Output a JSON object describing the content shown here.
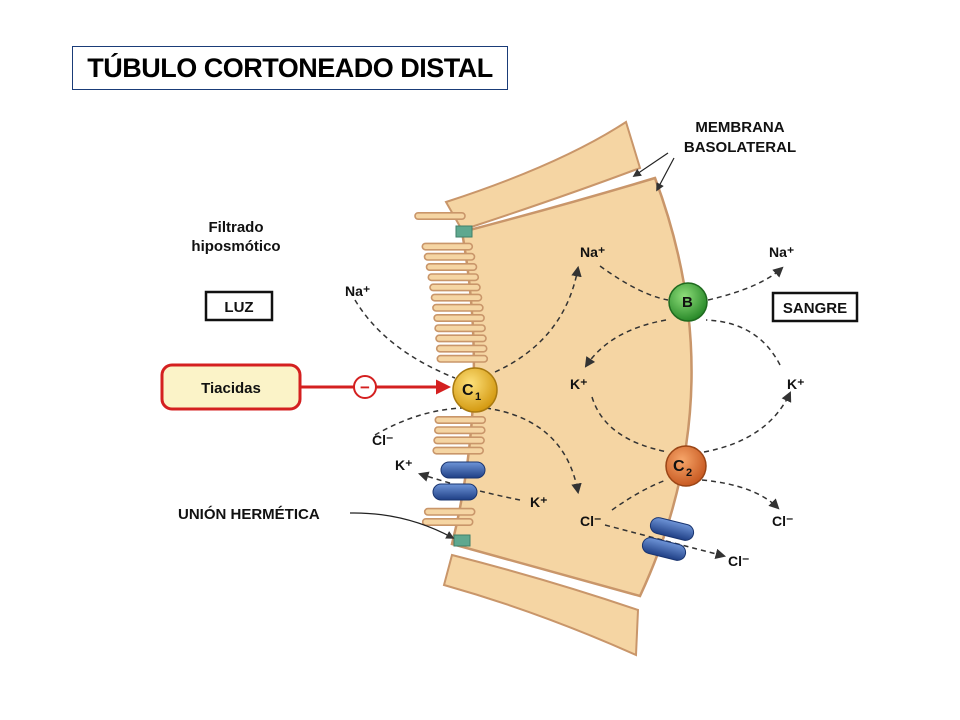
{
  "title": "TÚBULO CORTONEADO DISTAL",
  "labels": {
    "membrana_line1": "MEMBRANA",
    "membrana_line2": "BASOLATERAL",
    "filtrado_line1": "Filtrado",
    "filtrado_line2": "hiposmótico",
    "luz": "LUZ",
    "sangre": "SANGRE",
    "tiacidas": "Tiacidas",
    "union_hermetica": "UNIÓN HERMÉTICA",
    "inhibit_symbol": "−"
  },
  "ions": {
    "na_lumen": "Na⁺",
    "na_cell": "Na⁺",
    "na_blood": "Na⁺",
    "k_cell": "K⁺",
    "k_blood": "K⁺",
    "cl_lumen": "Cl⁻",
    "k_lumen": "K⁺",
    "k_cell_lower": "K⁺",
    "cl_cell": "Cl⁻",
    "cl_blood_upper": "Cl⁻",
    "cl_blood_lower": "Cl⁻"
  },
  "transporters": {
    "c1": {
      "letter": "C",
      "sub": "1"
    },
    "b": {
      "letter": "B"
    },
    "c2": {
      "letter": "C",
      "sub": "2"
    }
  },
  "colors": {
    "cell": "#f5d5a3",
    "cell_edge": "#c9966a",
    "c1": "#e8b020",
    "b": "#3aa83a",
    "c2": "#e07838",
    "channel": "#2f5aa8",
    "tight_junction": "#5fa88f",
    "tiacidas_border": "#d42020",
    "tiacidas_fill": "#fbf3c8"
  }
}
